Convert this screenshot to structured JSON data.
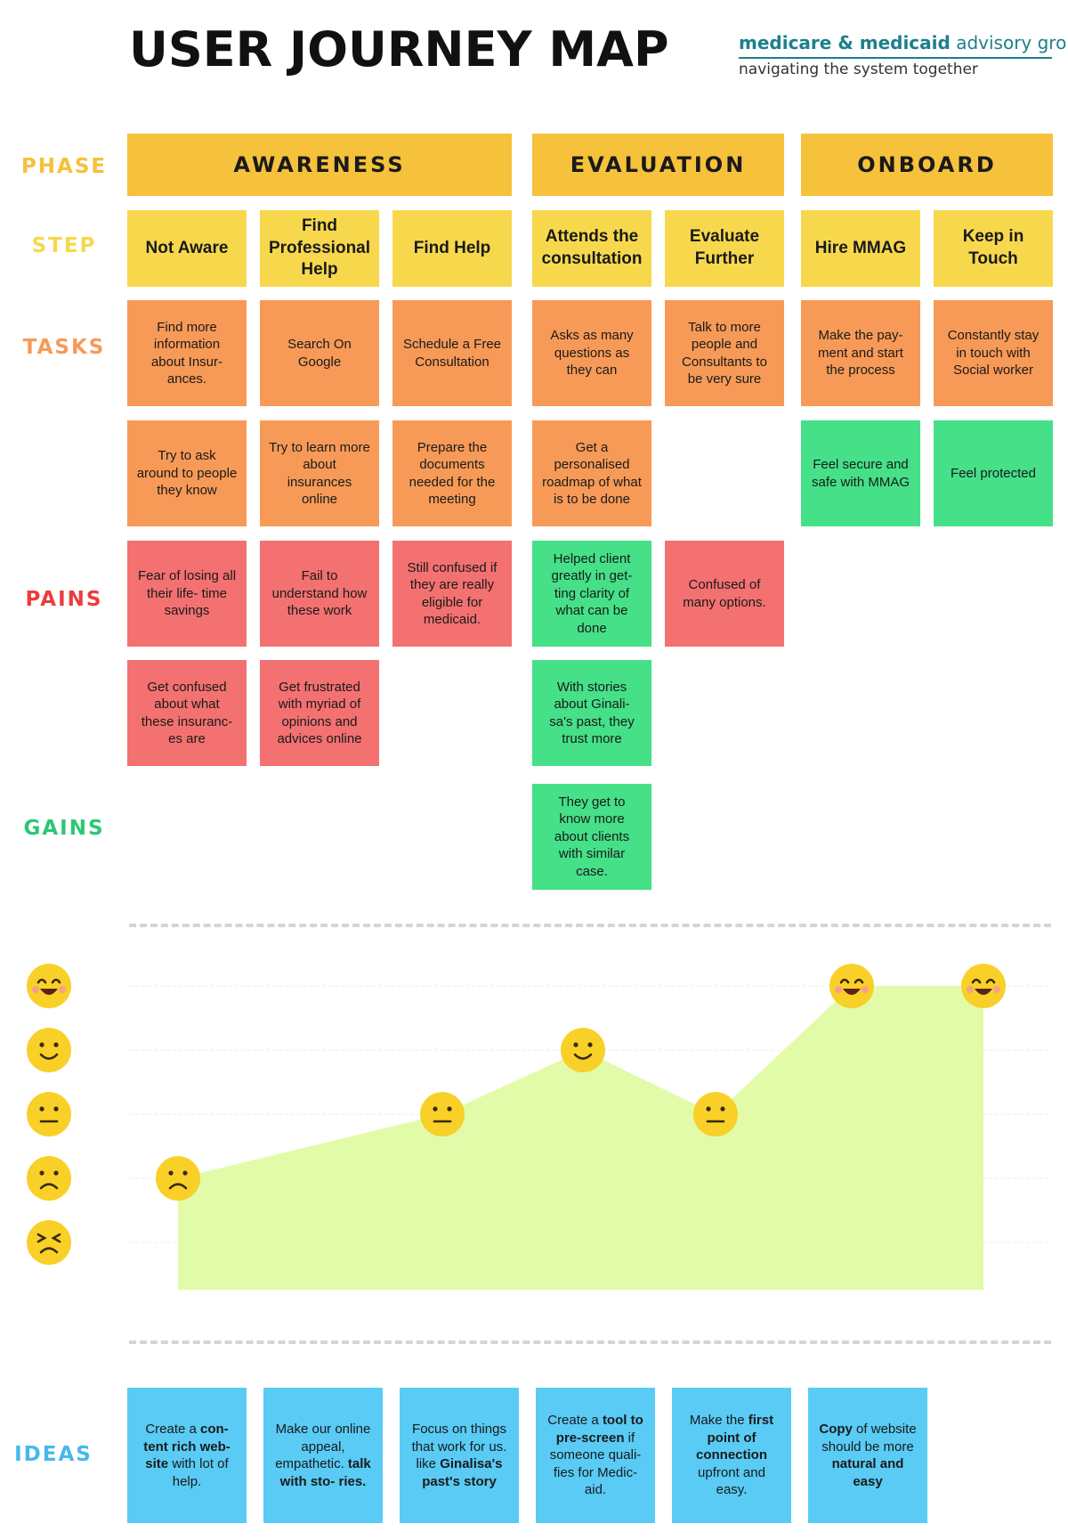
{
  "title": "USER JOURNEY MAP",
  "brand": {
    "part1": "medicare & medicaid",
    "part2": "advisory group",
    "tagline": "navigating the system together"
  },
  "row_labels": {
    "phase": "PHASE",
    "step": "STEP",
    "tasks": "TASKS",
    "pains": "PAINS",
    "gains": "GAINS",
    "ideas": "IDEAS"
  },
  "colors": {
    "phase": "#f6c13b",
    "step": "#f7d84d",
    "task": "#f79a57",
    "pain": "#f37171",
    "gain": "#45e088",
    "idea": "#59cbf5",
    "curve_fill": "#e2fba8",
    "emoji": "#f9d027"
  },
  "phases": [
    "AWARENESS",
    "EVALUATION",
    "ONBOARD"
  ],
  "steps": [
    "Not Aware",
    "Find Professional Help",
    "Find Help",
    "Attends the consultation",
    "Evaluate Further",
    "Hire MMAG",
    "Keep in Touch"
  ],
  "tasks_row1": [
    "Find more information about Insur- ances.",
    "Search On Google",
    "Schedule a Free Consultation",
    "Asks as many questions as they can",
    "Talk to more people and Consultants to be very sure",
    "Make the pay- ment and start the process",
    "Constantly stay in touch with Social worker"
  ],
  "tasks_row2": [
    "Try to ask around to people they know",
    "Try to learn more about insurances online",
    "Prepare the documents needed for the meeting",
    "Get a personalised roadmap of what is to be done"
  ],
  "gains_onboard": [
    "Feel secure and safe with MMAG",
    "Feel protected"
  ],
  "pains_row1": [
    "Fear of losing all their life- time savings",
    "Fail to understand how these work",
    "Still confused if they are really eligible for medicaid."
  ],
  "gains_row1": [
    "Helped client greatly in get- ting clarity of what can be done"
  ],
  "pains_row1b": [
    "Confused of many options."
  ],
  "pains_row2": [
    "Get confused about what these insuranc- es are",
    "Get frustrated with myriad of opinions and advices online"
  ],
  "gains_row2": [
    "With stories about Ginali- sa's past, they trust more"
  ],
  "gains_row3": [
    "They get to know more about clients with similar case."
  ],
  "emotion_scale": [
    "very-happy",
    "happy",
    "neutral",
    "sad",
    "upset"
  ],
  "emotion_curve": [
    {
      "step": "Not Aware",
      "emotion": "sad"
    },
    {
      "step": "Find Help",
      "emotion": "neutral"
    },
    {
      "step": "Attends the consultation",
      "emotion": "happy"
    },
    {
      "step": "Evaluate Further",
      "emotion": "neutral"
    },
    {
      "step": "Hire MMAG",
      "emotion": "very-happy"
    },
    {
      "step": "Keep in Touch",
      "emotion": "very-happy"
    }
  ],
  "ideas": [
    [
      "Create a ",
      {
        "b": "con- tent rich web- site"
      },
      " with lot of help."
    ],
    [
      "Make our online appeal, empathetic. ",
      {
        "b": "talk with sto- ries."
      }
    ],
    [
      "Focus on things that work for us. like ",
      {
        "b": "Ginalisa's past's story"
      }
    ],
    [
      "Create a ",
      {
        "b": "tool to pre-screen"
      },
      " if someone quali- fies for Medic- aid."
    ],
    [
      "Make the ",
      {
        "b": "first point of connection"
      },
      " upfront and easy."
    ],
    [
      {
        "b": "Copy"
      },
      " of website should be more ",
      {
        "b": "natural and easy"
      }
    ]
  ]
}
